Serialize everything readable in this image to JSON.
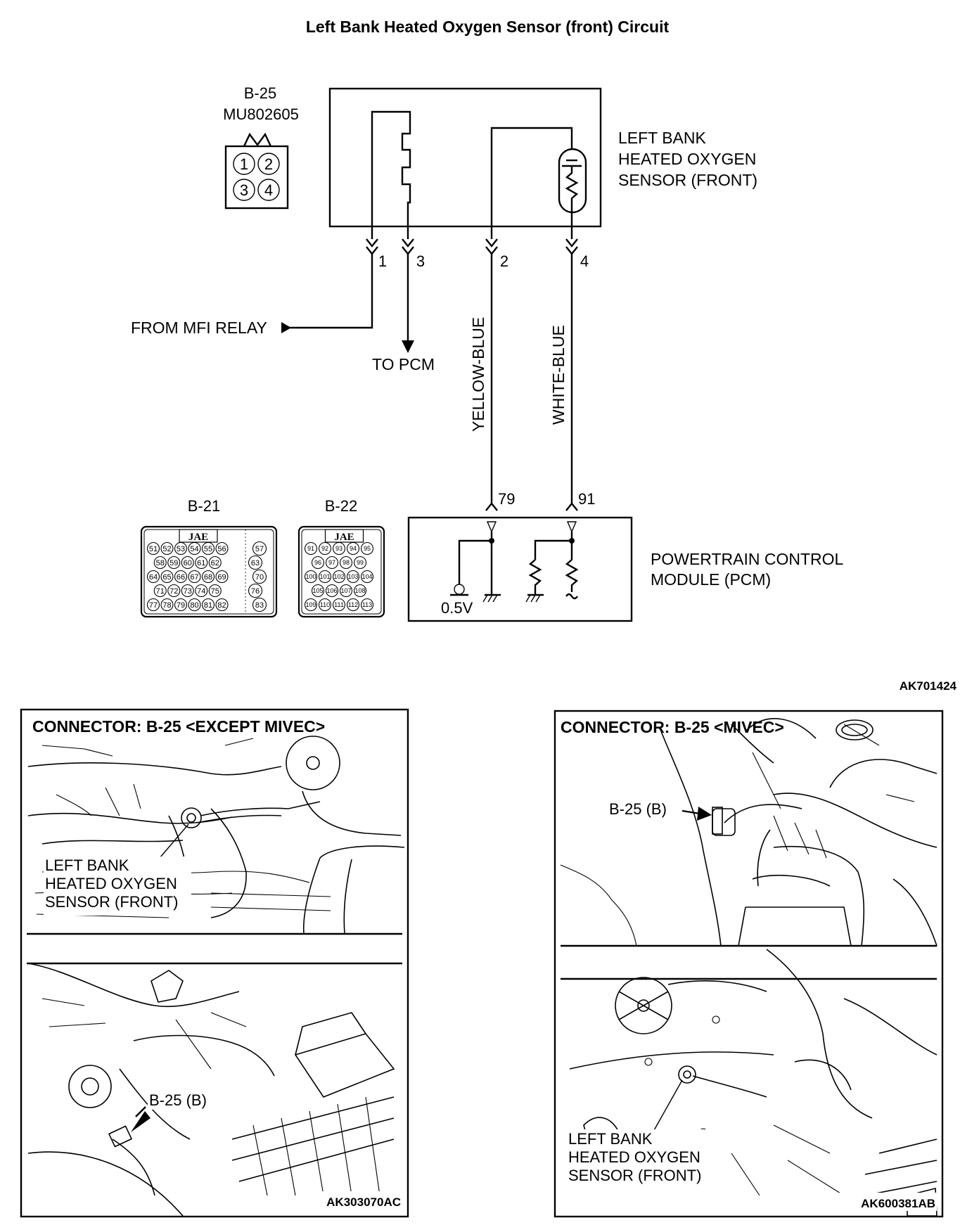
{
  "title": "Left Bank Heated Oxygen Sensor (front) Circuit",
  "sensor_connector": {
    "id": "B-25",
    "part_number": "MU802605",
    "pins": [
      "1",
      "2",
      "3",
      "4"
    ]
  },
  "sensor_box": {
    "label_lines": [
      "LEFT BANK",
      "HEATED OXYGEN",
      "SENSOR (FRONT)"
    ]
  },
  "terminals": {
    "t1": "1",
    "t3": "3",
    "t2": "2",
    "t4": "4"
  },
  "from_relay": "FROM MFI RELAY",
  "to_pcm": "TO PCM",
  "wires": {
    "w2": "YELLOW-BLUE",
    "w4": "WHITE-BLUE"
  },
  "pcm_terminals": {
    "p79": "79",
    "p91": "91"
  },
  "pcm_box": {
    "label_lines": [
      "POWERTRAIN CONTROL",
      "MODULE (PCM)"
    ],
    "voltage": "0.5V"
  },
  "connector_b21": {
    "id": "B-21",
    "brand": "JAE",
    "rows": [
      [
        "51",
        "52",
        "53",
        "54",
        "55",
        "56"
      ],
      [
        "58",
        "59",
        "60",
        "61",
        "62"
      ],
      [
        "64",
        "65",
        "66",
        "67",
        "68",
        "69"
      ],
      [
        "71",
        "72",
        "73",
        "74",
        "75"
      ],
      [
        "77",
        "78",
        "79",
        "80",
        "81",
        "82"
      ]
    ],
    "side": [
      "57",
      "63",
      "70",
      "76",
      "83"
    ]
  },
  "connector_b22": {
    "id": "B-22",
    "brand": "JAE",
    "rows": [
      [
        "91",
        "92",
        "93",
        "94",
        "95"
      ],
      [
        "96",
        "97",
        "98",
        "99"
      ],
      [
        "100",
        "101",
        "102",
        "103",
        "104"
      ],
      [
        "105",
        "106",
        "107",
        "108"
      ],
      [
        "109",
        "110",
        "111",
        "112",
        "113"
      ]
    ]
  },
  "figure_code_top": "AK701424",
  "panel_left": {
    "title": "CONNECTOR: B-25 <EXCEPT MIVEC>",
    "sensor_label_lines": [
      "LEFT BANK",
      "HEATED OXYGEN",
      "SENSOR (FRONT)"
    ],
    "connector_label": "B-25 (B)",
    "code": "AK303070AC"
  },
  "panel_right": {
    "title": "CONNECTOR: B-25 <MIVEC>",
    "connector_label": "B-25 (B)",
    "sensor_label_lines": [
      "LEFT BANK",
      "HEATED OXYGEN",
      "SENSOR (FRONT)"
    ],
    "code": "AK600381AB"
  }
}
